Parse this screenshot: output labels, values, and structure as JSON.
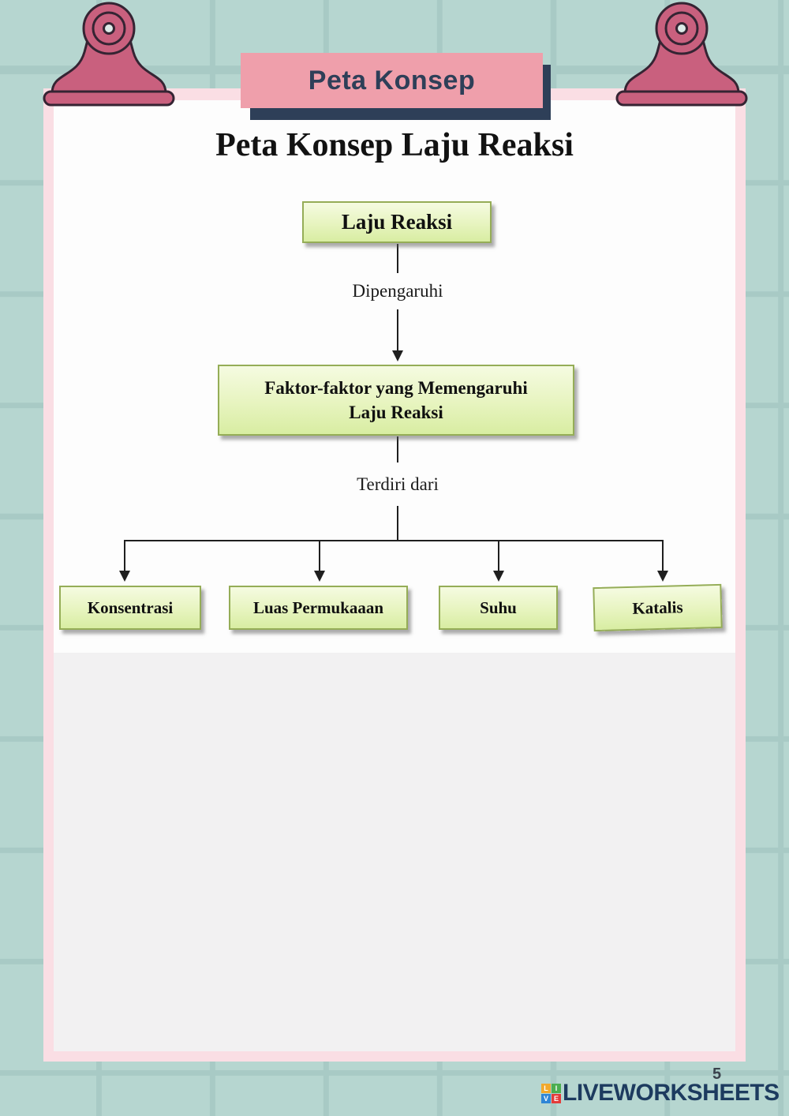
{
  "banner": {
    "title": "Peta Konsep"
  },
  "document": {
    "title": "Peta Konsep Laju Reaksi",
    "page_number": "5"
  },
  "concept_map": {
    "root": "Laju Reaksi",
    "edge1_label": "Dipengaruhi",
    "edge2_label": "Terdiri dari",
    "factors_box": {
      "line1": "Faktor-faktor yang Memengaruhi",
      "line2": "Laju Reaksi"
    },
    "factors": [
      "Konsentrasi",
      "Luas Permukaaan",
      "Suhu",
      "Katalis"
    ]
  },
  "footer": {
    "brand": "LIVEWORKSHEETS",
    "logo_letters": [
      "L",
      "I",
      "V",
      "E"
    ],
    "logo_colors": [
      "#f2a92b",
      "#4cae50",
      "#2f86d6",
      "#e43b3a"
    ]
  },
  "colors": {
    "background_teal": "#b6d6d0",
    "grid_line": "#a8cac5",
    "banner_pink": "#ef9fab",
    "banner_navy": "#2e3f58",
    "page_frame_pink": "#fadee4",
    "box_green_fill": "#e7f4bf",
    "box_green_border": "#95ad57",
    "pin_rose": "#c9607e"
  }
}
